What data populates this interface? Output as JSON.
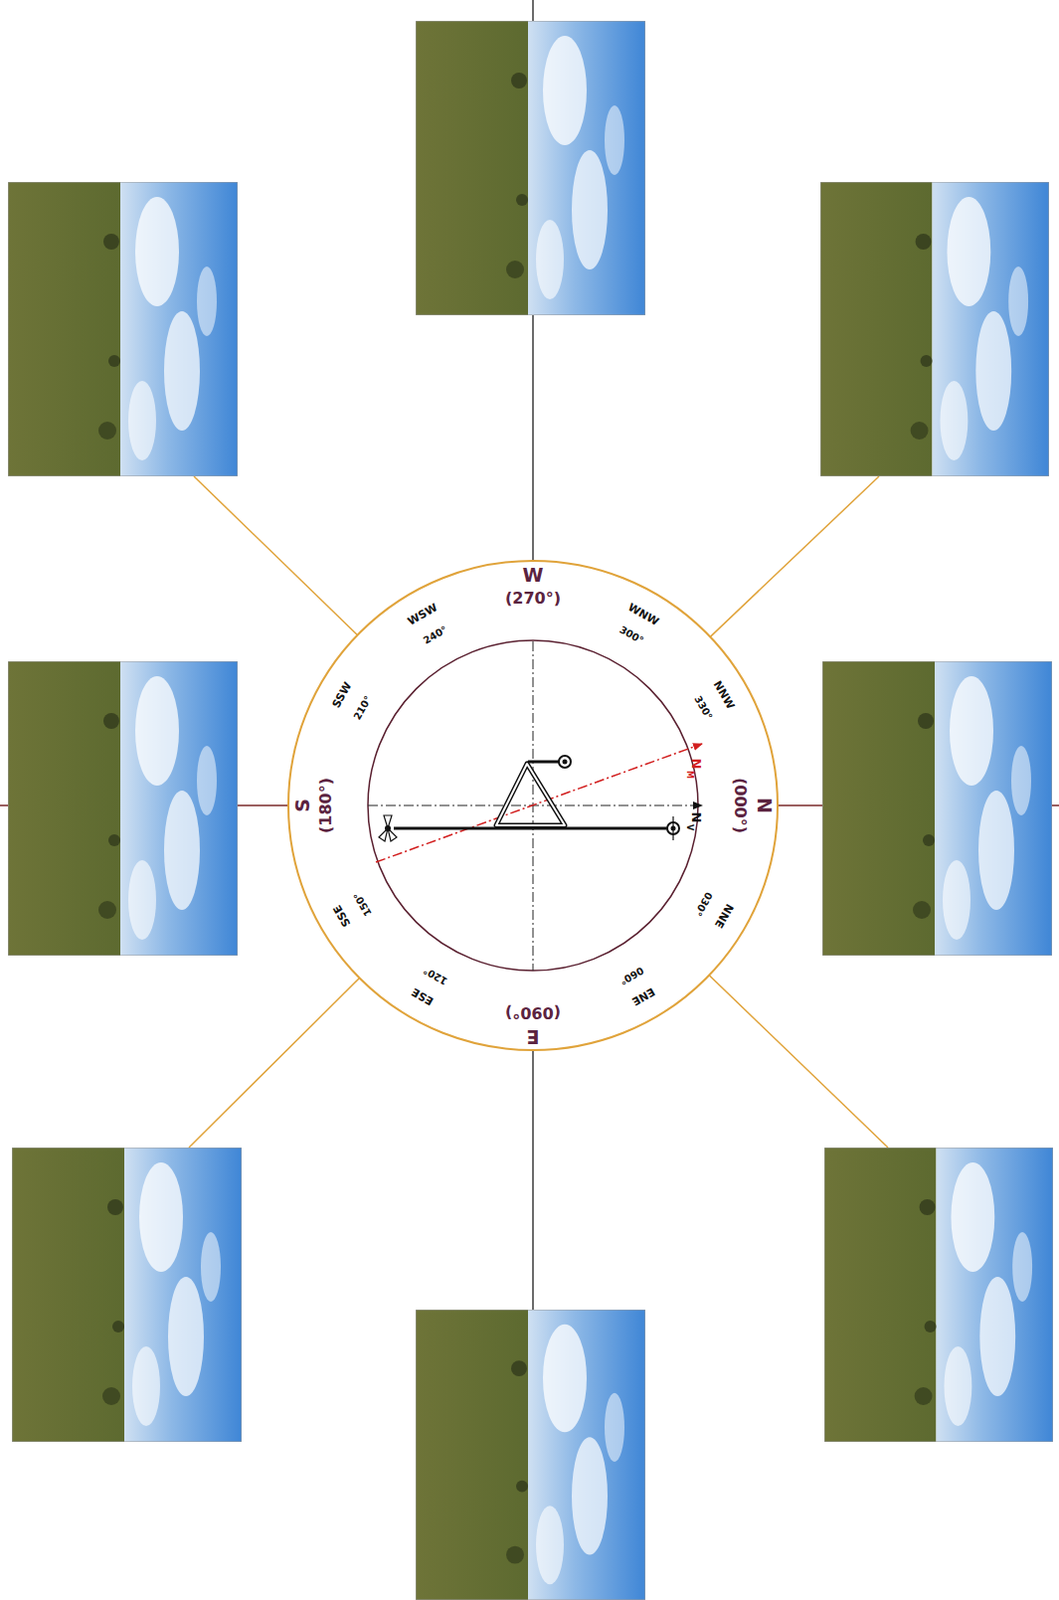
{
  "diagram": {
    "labels": [
      "W",
      "(270°)",
      "WNW",
      "300°",
      "NNW",
      "330°",
      "N",
      "(000°)",
      "NNE",
      "030°",
      "ENE",
      "060°",
      "E",
      "(090°)",
      "ESE",
      "120°",
      "SSE",
      "150°",
      "S",
      "(180°)",
      "SSW",
      "210°",
      "WSW",
      "240°",
      "N",
      "M",
      "N",
      "V"
    ]
  }
}
